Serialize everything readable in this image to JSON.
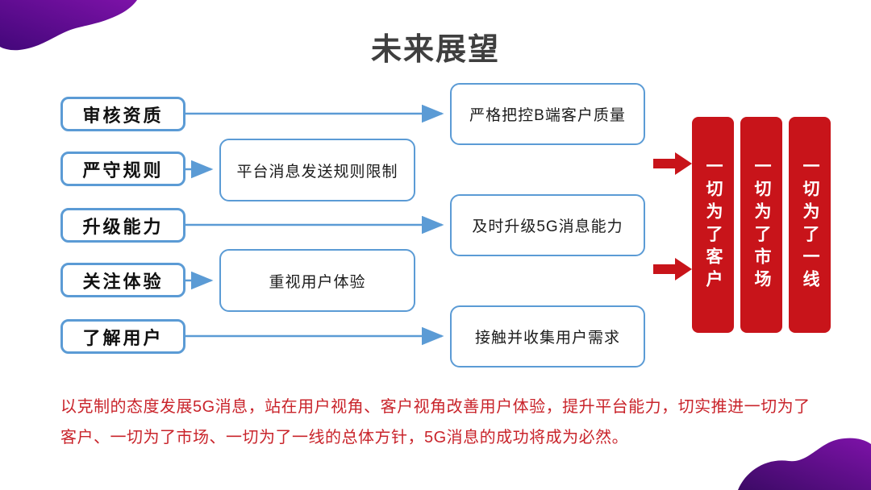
{
  "title": "未来展望",
  "flow": {
    "rows": [
      {
        "label": "审核资质",
        "result": "严格把控B端客户质量"
      },
      {
        "label": "严守规则",
        "result": "平台消息发送规则限制"
      },
      {
        "label": "升级能力",
        "result": "及时升级5G消息能力"
      },
      {
        "label": "关注体验",
        "result": "重视用户体验"
      },
      {
        "label": "了解用户",
        "result": "接触并收集用户需求"
      }
    ]
  },
  "goals": [
    "一切为了客户",
    "一切为了市场",
    "一切为了一线"
  ],
  "summary": "以克制的态度发展5G消息，站在用户视角、客户视角改善用户体验，提升平台能力，切实推进一切为了客户、一切为了市场、一切为了一线的总体方针，5G消息的成功将成为必然。",
  "colors": {
    "accent_blue": "#5b9bd5",
    "bar_red": "#c8141a",
    "summary_red": "#c9242b",
    "title_gray": "#3f3f3f",
    "purple_dark": "#43077a",
    "purple_light": "#7d12a8"
  }
}
